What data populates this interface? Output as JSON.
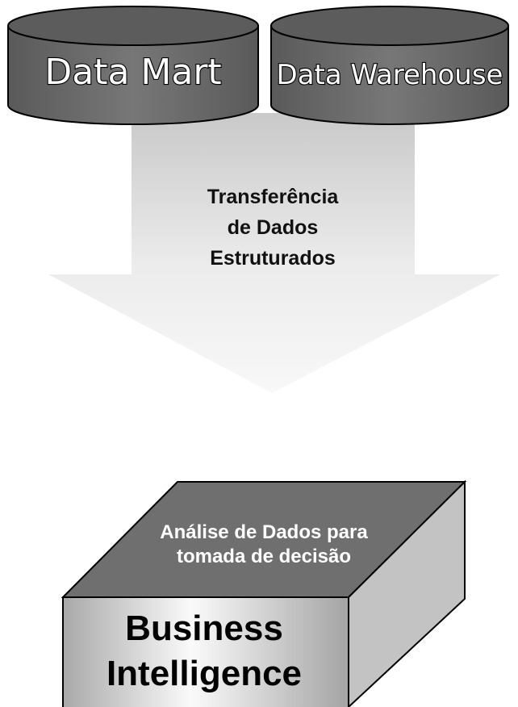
{
  "sources": [
    {
      "label": "Data Mart"
    },
    {
      "label": "Data Warehouse"
    }
  ],
  "arrow": {
    "lines": [
      "Transferência",
      "de Dados",
      "Estruturados"
    ]
  },
  "box": {
    "top_lines": [
      "Análise de Dados para",
      "tomada de decisão"
    ],
    "front_lines": [
      "Business",
      "Intelligence"
    ]
  },
  "colors": {
    "cylinder_fill": "#6a6a6a",
    "cylinder_top": "#555555",
    "arrow_light": "#f6f6f6",
    "arrow_dark": "#c8c8c8",
    "box_top": "#6e6e6e",
    "box_side": "#c2c2c2",
    "box_front_light": "#ffffff",
    "box_front_dark": "#a8a8a8"
  }
}
